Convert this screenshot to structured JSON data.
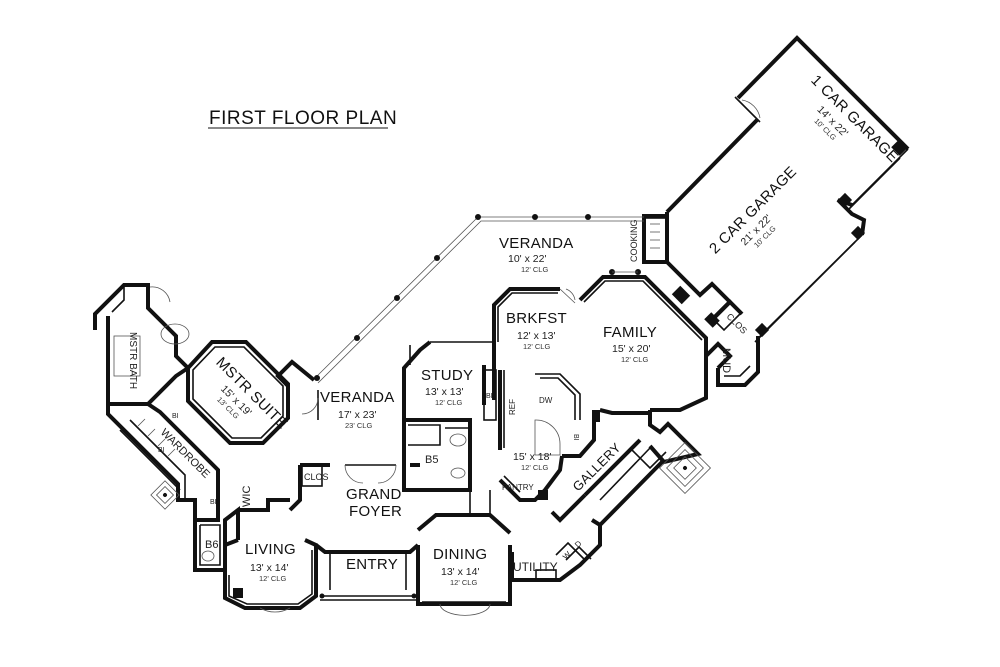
{
  "title": "FIRST FLOOR PLAN",
  "rooms": {
    "garage1": {
      "name": "1 CAR GARAGE",
      "dim": "14' x 22'",
      "clg": "10' CLG"
    },
    "garage2": {
      "name": "2 CAR GARAGE",
      "dim": "21' x 22'",
      "clg": "10' CLG"
    },
    "veranda_back": {
      "name": "VERANDA",
      "dim": "10' x 22'",
      "clg": "12' CLG"
    },
    "brkfst": {
      "name": "BRKFST",
      "dim": "12' x 13'",
      "clg": "12' CLG"
    },
    "family": {
      "name": "FAMILY",
      "dim": "15' x 20'",
      "clg": "12' CLG"
    },
    "study": {
      "name": "STUDY",
      "dim": "13' x 13'",
      "clg": "12' CLG"
    },
    "veranda_side": {
      "name": "VERANDA",
      "dim": "17' x 23'",
      "clg": "23' CLG"
    },
    "mstr_suite": {
      "name": "MSTR SUITE",
      "dim": "15' x 19'",
      "clg": "13' CLG"
    },
    "mstr_bath": {
      "name": "MSTR BATH"
    },
    "wardrobe": {
      "name": "WARDROBE"
    },
    "kitchen": {
      "dim": "15' x 18'",
      "clg": "12' CLG"
    },
    "grand_foyer": {
      "name": "GRAND FOYER"
    },
    "living": {
      "name": "LIVING",
      "dim": "13' x 14'",
      "clg": "12' CLG"
    },
    "entry": {
      "name": "ENTRY"
    },
    "dining": {
      "name": "DINING",
      "dim": "13' x 14'",
      "clg": "12' CLG"
    },
    "gallery": {
      "name": "GALLERY"
    },
    "utility": {
      "name": "UTILITY"
    },
    "mud": {
      "name": "MUD"
    }
  },
  "labels": {
    "cooking": "COOKING",
    "clos1": "CLOS",
    "clos2": "CLOS",
    "b5": "B5",
    "b6": "B6",
    "wic": "WIC",
    "pantry": "PANTRY",
    "ref": "REF",
    "dw": "DW",
    "bi1": "BI",
    "bi2": "BI",
    "bi3": "BI",
    "bi4": "BI",
    "bi5": "BI",
    "wd_w": "W",
    "wd_d": "D"
  }
}
